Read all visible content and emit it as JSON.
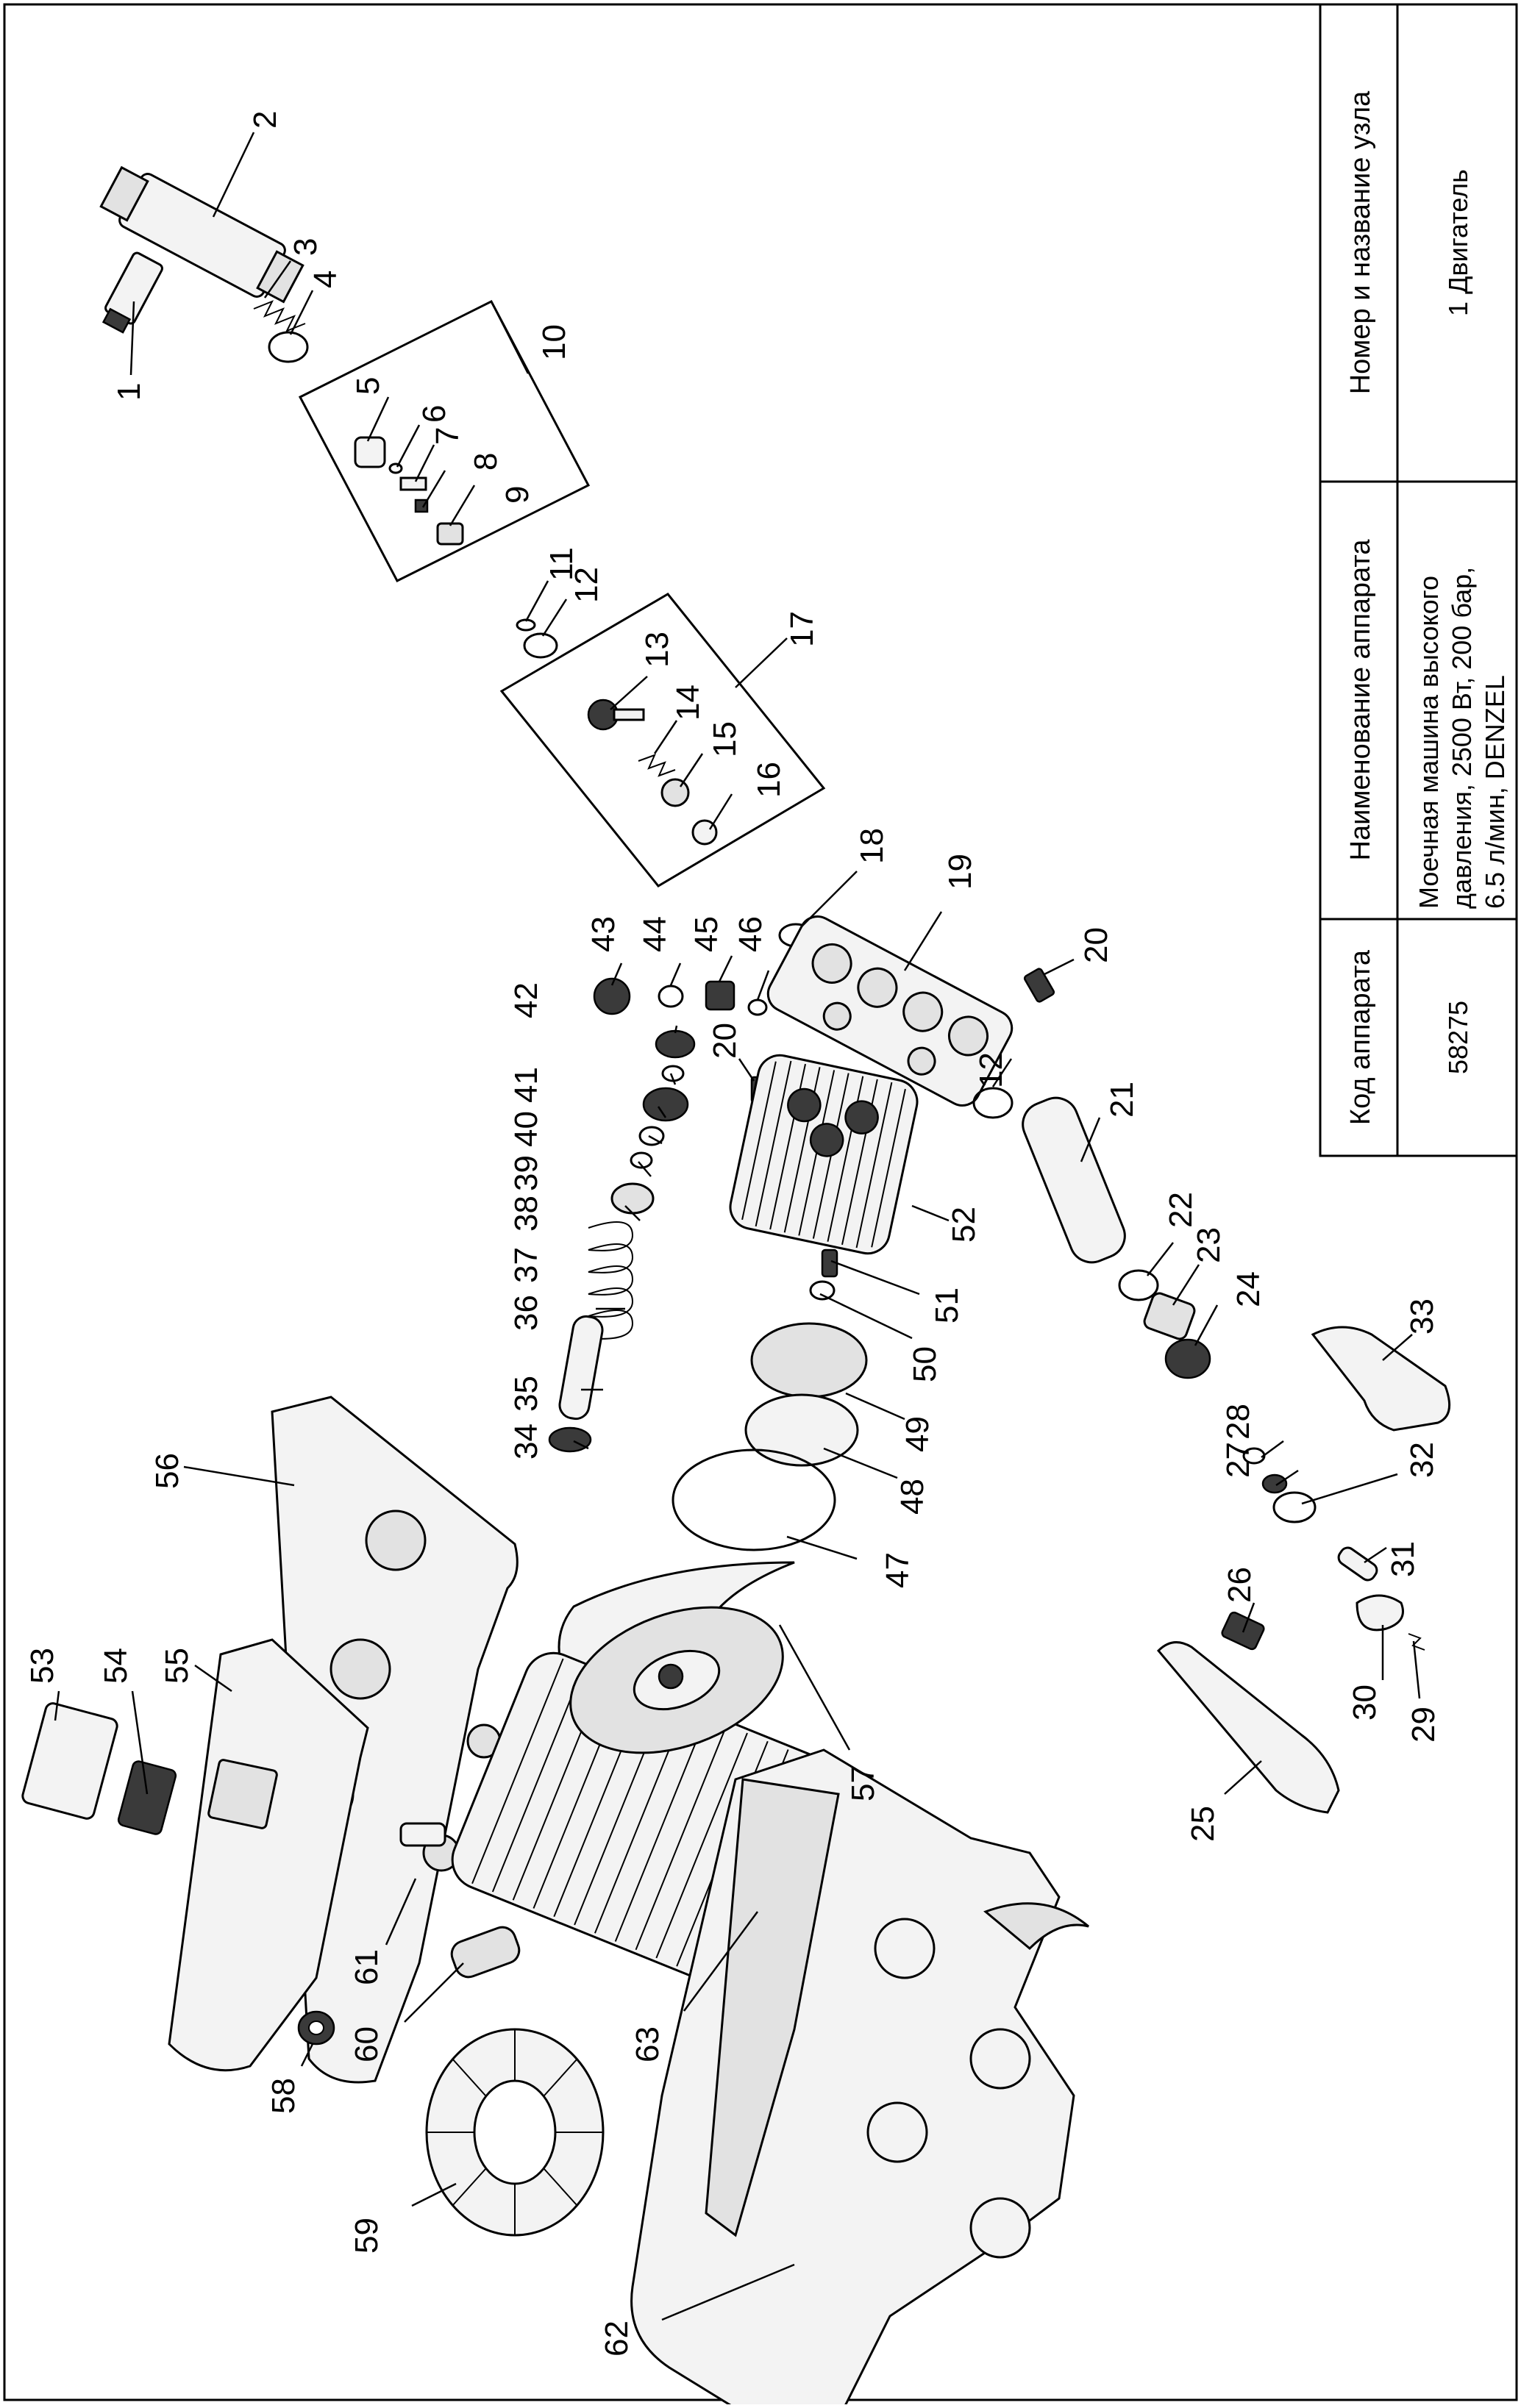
{
  "title_block": {
    "col1_header": "Код аппарата",
    "col2_header": "Наименование аппарата",
    "col3_header": "Номер и название узла",
    "device_code": "58275",
    "device_name_lines": [
      "Моечная машина высокого",
      "давления, 2500 Вт, 200 бар,",
      "6.5 л/мин, DENZEL"
    ],
    "assembly": "1 Двигатель"
  },
  "callouts": [
    "1",
    "2",
    "3",
    "4",
    "5",
    "6",
    "7",
    "8",
    "9",
    "10",
    "11",
    "12",
    "13",
    "14",
    "15",
    "16",
    "17",
    "18",
    "19",
    "20",
    "21",
    "22",
    "23",
    "24",
    "25",
    "26",
    "27",
    "28",
    "29",
    "30",
    "31",
    "32",
    "33",
    "34",
    "35",
    "36",
    "37",
    "38",
    "39",
    "40",
    "41",
    "42",
    "43",
    "44",
    "45",
    "46",
    "47",
    "48",
    "49",
    "50",
    "51",
    "52",
    "53",
    "54",
    "55",
    "56",
    "57",
    "58",
    "59",
    "60",
    "61",
    "62",
    "63"
  ],
  "extra_callouts": {
    "c12b": "12",
    "c20b": "20"
  }
}
